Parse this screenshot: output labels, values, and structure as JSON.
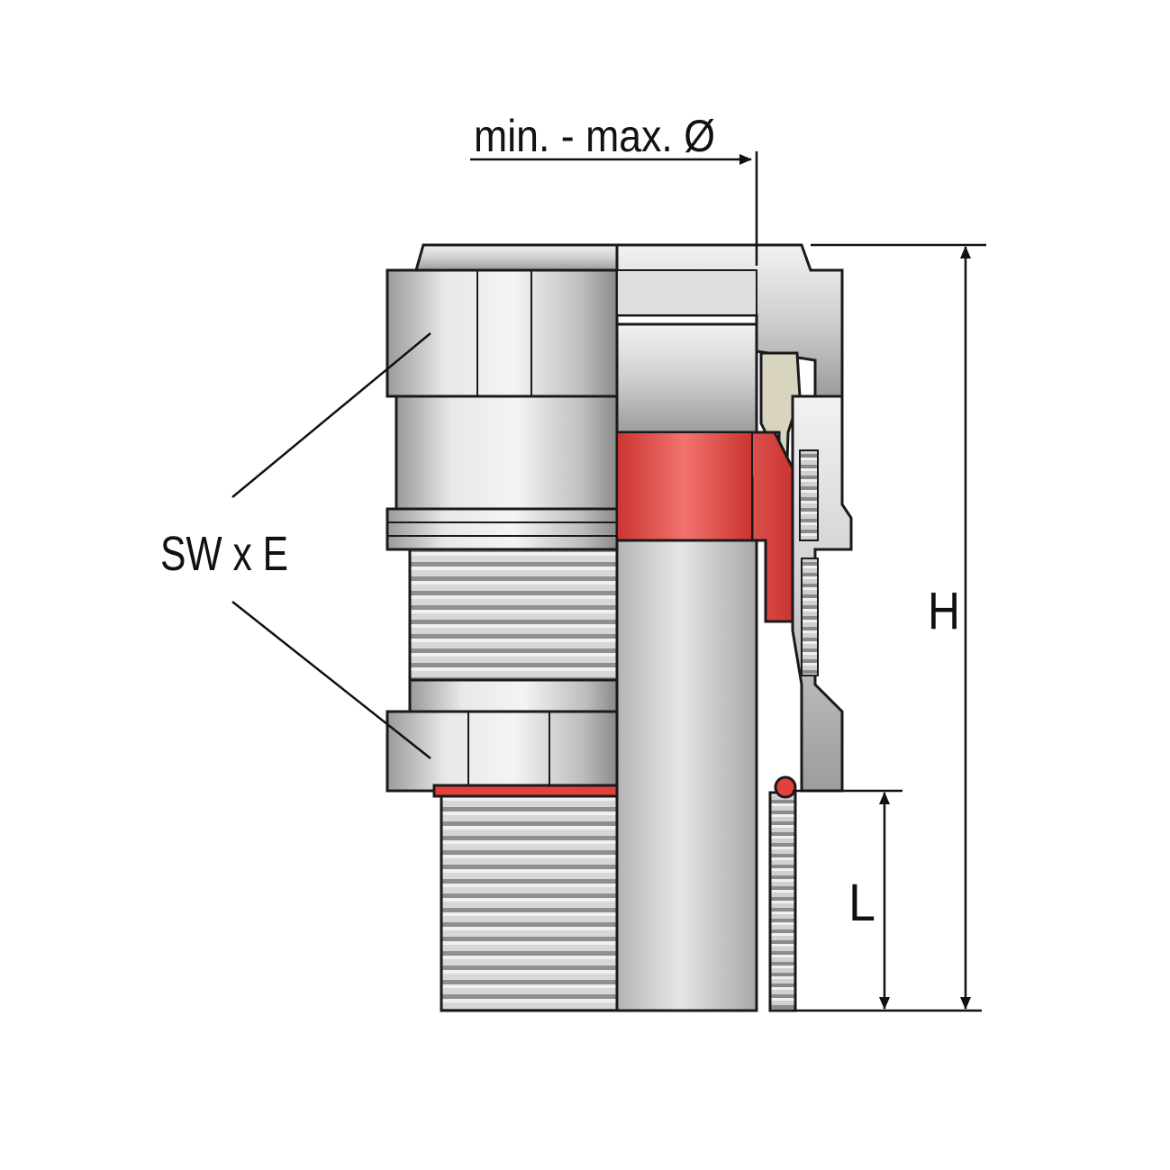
{
  "labels": {
    "diameter": "min. - max. Ø",
    "height": "H",
    "thread_length": "L",
    "wrench": "SW x E"
  },
  "colors": {
    "metal_light": "#e6e6e6",
    "metal_mid": "#c2c2c2",
    "metal_dark": "#8e8e8e",
    "seal_red": "#e2413e",
    "insert_beige": "#d8d4c0",
    "outline": "#1a1a1a"
  }
}
